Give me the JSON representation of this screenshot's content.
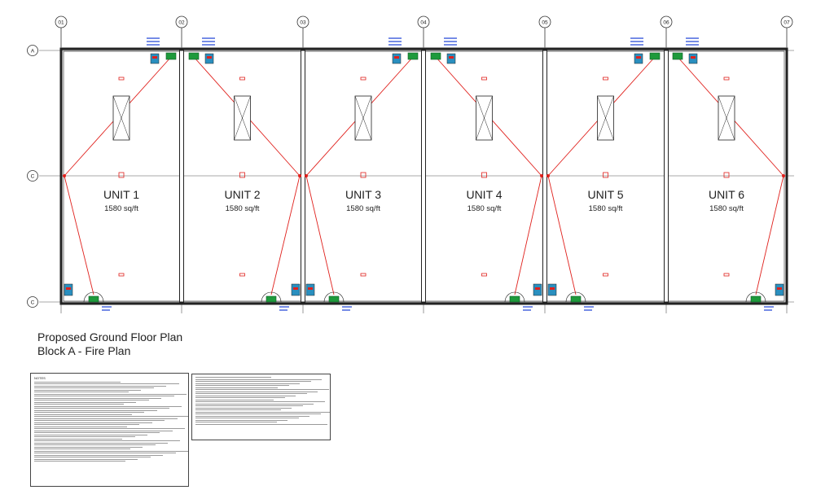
{
  "grid": {
    "columns": [
      "01",
      "02",
      "03",
      "04",
      "05",
      "06",
      "07"
    ],
    "rows": [
      "A",
      "C",
      "C"
    ]
  },
  "units": [
    {
      "name": "UNIT 1",
      "area": "1580 sq/ft"
    },
    {
      "name": "UNIT 2",
      "area": "1580 sq/ft"
    },
    {
      "name": "UNIT 3",
      "area": "1580 sq/ft"
    },
    {
      "name": "UNIT 4",
      "area": "1580 sq/ft"
    },
    {
      "name": "UNIT 5",
      "area": "1580 sq/ft"
    },
    {
      "name": "UNIT 6",
      "area": "1580 sq/ft"
    }
  ],
  "title": {
    "line1": "Proposed Ground Floor Plan",
    "line2": "Block A - Fire Plan"
  },
  "notes": {
    "left_heading": "NOTES",
    "right_heading": ""
  },
  "colors": {
    "wall": "#222222",
    "travel_line": "#e0201c",
    "annotation": "#1a3fd6",
    "exit_sign": "#1e9a3c",
    "equipment": "#2a8fbf"
  }
}
